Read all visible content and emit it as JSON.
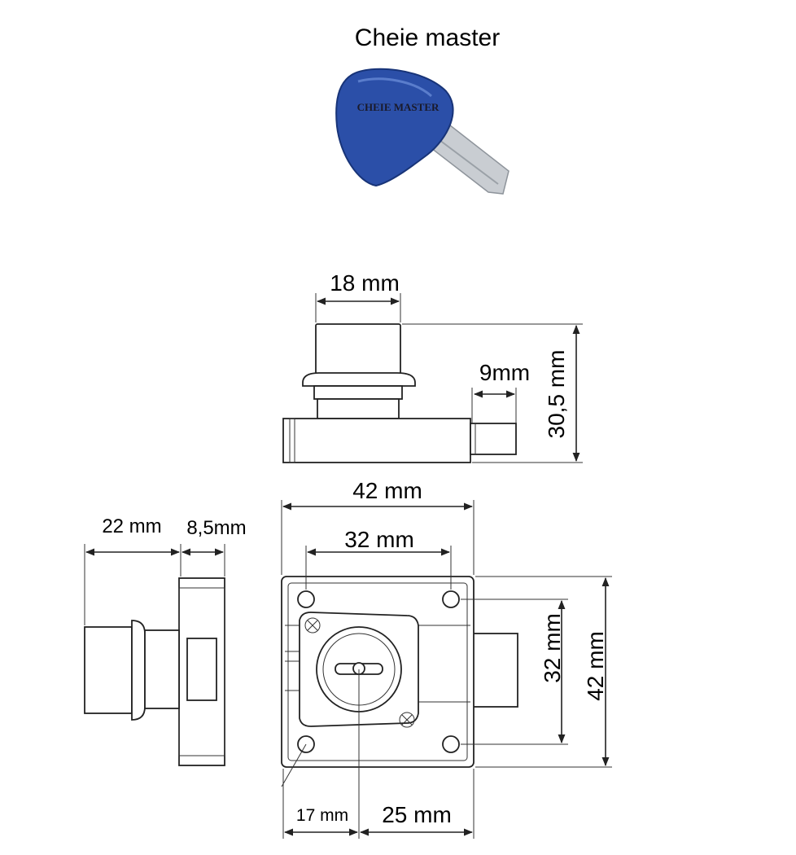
{
  "title": "Cheie master",
  "key": {
    "label": "CHEIE MASTER",
    "colors": {
      "head": "#2b4fa8",
      "head_dark": "#183478",
      "blade": "#c9cdd2"
    }
  },
  "dimensions": {
    "top_width": "18 mm",
    "bolt_width": "9mm",
    "top_height": "30,5 mm",
    "front_width": "42 mm",
    "hole_spacing_h": "32 mm",
    "hole_spacing_v": "32 mm",
    "front_height": "42 mm",
    "side_depth": "22 mm",
    "side_thickness": "8,5mm",
    "bottom_left": "17 mm",
    "bottom_right": "25 mm"
  }
}
